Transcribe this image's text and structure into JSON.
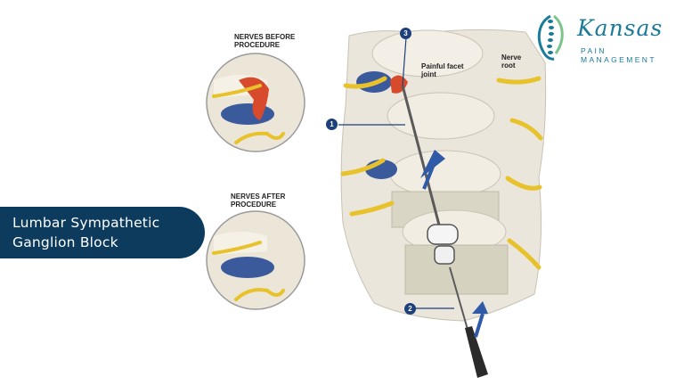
{
  "title": {
    "line1": "Lumbar Sympathetic",
    "line2": "Ganglion Block"
  },
  "logo": {
    "name": "Kansas",
    "subtitle": "PAIN MANAGEMENT"
  },
  "captions": {
    "before_line1": "NERVES BEFORE",
    "before_line2": "PROCEDURE",
    "after_line1": "NERVES AFTER",
    "after_line2": "PROCEDURE"
  },
  "labels": {
    "facet_line1": "Painful facet",
    "facet_line2": "joint",
    "root_line1": "Nerve",
    "root_line2": "root"
  },
  "markers": [
    "1",
    "2",
    "3"
  ],
  "colors": {
    "navy": "#0c3b5e",
    "brand": "#1a7a9a",
    "nerve": "#e8c22a",
    "inflamed": "#d84a2c",
    "disc": "#3b5a9c",
    "marker": "#1d3f7a"
  }
}
